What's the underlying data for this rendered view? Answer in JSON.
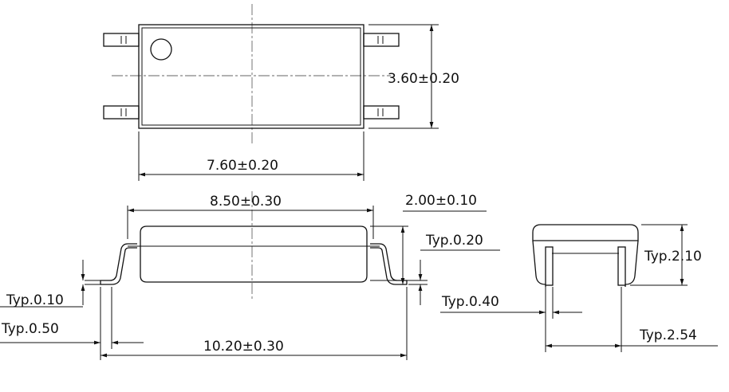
{
  "labels": {
    "body_width": "7.60±0.20",
    "body_height": "3.60±0.20",
    "side_body_length": "8.50±0.30",
    "lead_span": "10.20±0.30",
    "overall_height": "2.00±0.10",
    "standoff": "Typ.0.20",
    "lead_thickness": "Typ.0.10",
    "lead_length": "Typ.0.50",
    "end_height": "Typ.2.10",
    "lead_width": "Typ.0.40",
    "pitch": "Typ.2.54"
  },
  "colors": {
    "line": "#111111",
    "centerline": "#666666",
    "background": "#ffffff"
  }
}
